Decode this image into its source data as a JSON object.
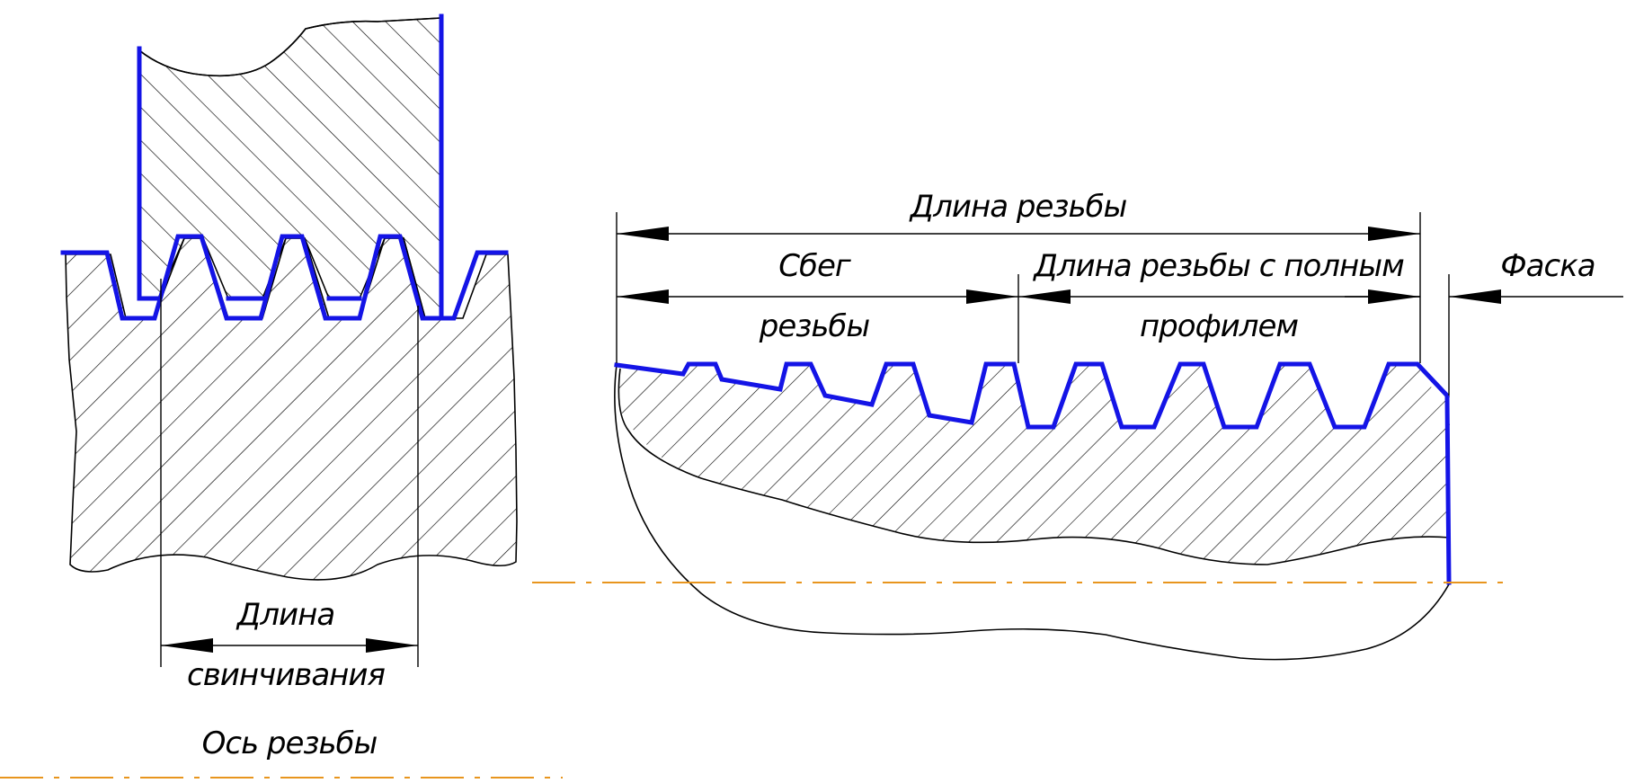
{
  "labels": {
    "thread_length": "Длина резьбы",
    "runout_line1": "Сбег",
    "runout_line2": "резьбы",
    "full_profile_line1": "Длина резьбы с полным",
    "full_profile_line2": "профилем",
    "chamfer": "Фаска",
    "engagement_line1": "Длина",
    "engagement_line2": "свинчивания",
    "thread_axis": "Ось резьбы"
  },
  "colors": {
    "thread_profile": "#1414e6",
    "axis_line": "#e8951e",
    "outline": "#000000",
    "background": "#ffffff"
  }
}
